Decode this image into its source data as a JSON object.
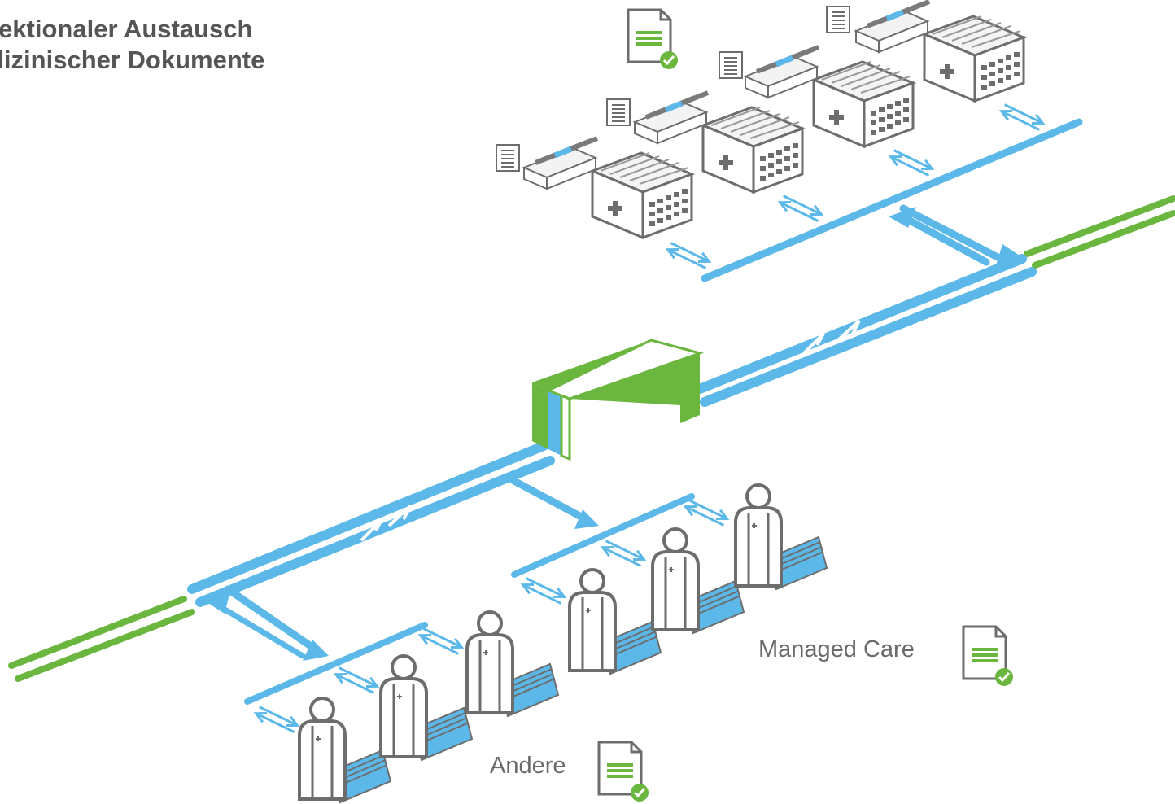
{
  "title": {
    "line1": "rektionaler Austausch",
    "line2": "dizinischer Dokumente"
  },
  "labels": {
    "managed_care": "Managed Care",
    "andere": "Andere"
  },
  "icons": {
    "hospital": "hospital-building-icon",
    "server": "server-rack-icon",
    "document": "document-icon",
    "document_check": "document-check-icon",
    "doctor": "doctor-icon",
    "gateway": "gateway-bridge-icon"
  },
  "colors": {
    "network_blue": "#5bb8e8",
    "link_green": "#6ab63f",
    "icon_gray": "#6d6d6d",
    "text_gray": "#555555"
  }
}
